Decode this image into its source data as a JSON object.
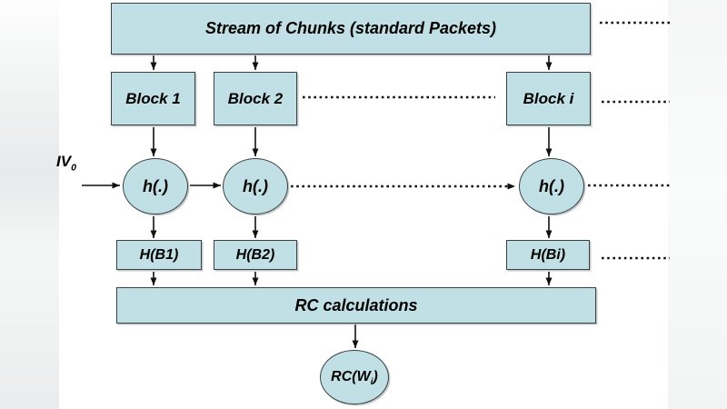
{
  "diagram": {
    "stream_box": "Stream of Chunks (standard Packets)",
    "iv": {
      "base": "IV",
      "sub": "0"
    },
    "blocks": [
      "Block 1",
      "Block 2",
      "Block i"
    ],
    "hash_fn": "h(.)",
    "hash_outputs": [
      "H(B1)",
      "H(B2)",
      "H(Bi)"
    ],
    "rc_box": "RC calculations",
    "rc_result": {
      "pre": "RC(W",
      "sub": "i",
      "post": ")"
    },
    "colors": {
      "node_fill": "#c0e0e5",
      "node_border": "#3a3f41",
      "connector": "#111111",
      "background": "#ffffff"
    }
  }
}
